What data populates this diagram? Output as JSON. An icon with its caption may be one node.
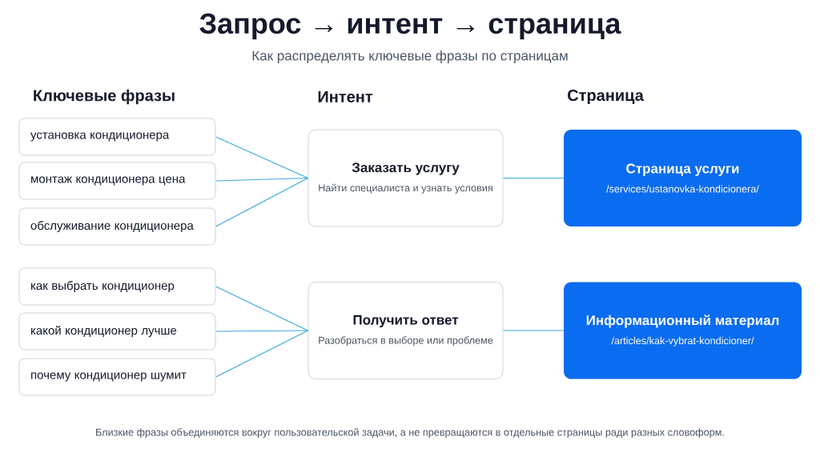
{
  "diagram": {
    "title": "Запрос → интент → страница",
    "caption": "Близкие фразы объединяются вокруг пользовательской задачи, а не превращаются в отдельные страницы ради разных словоформ.",
    "nodes": [
      {
        "text": [
          "установка кондиционера"
        ]
      },
      {
        "text": [
          "монтаж кондиционера цена"
        ]
      },
      {
        "text": [
          "обслуживание кондиционера"
        ]
      },
      {
        "text": [
          "Заказать услугу",
          "Найти специалиста и узнать условия"
        ]
      },
      {
        "text": [
          "Страница услуги",
          "/services/ustanovka-kondicionera/"
        ]
      },
      {
        "text": [
          "как выбрать кондиционер"
        ]
      },
      {
        "text": [
          "какой кондиционер лучше"
        ]
      },
      {
        "text": [
          "почему кондиционер шумит"
        ]
      },
      {
        "text": [
          "Получить ответ",
          "Разобраться в выборе или проблеме"
        ]
      },
      {
        "text": [
          "Информационный материал",
          "/articles/kak-vybrat-kondicioner/"
        ]
      }
    ],
    "edges": [
      {
        "from": 0,
        "to": 3,
        "arrow": "none"
      },
      {
        "from": 1,
        "to": 3,
        "arrow": "none"
      },
      {
        "from": 2,
        "to": 3,
        "arrow": "none"
      },
      {
        "from": 3,
        "to": 4,
        "arrow": "none"
      },
      {
        "from": 5,
        "to": 8,
        "arrow": "none"
      },
      {
        "from": 6,
        "to": 8,
        "arrow": "none"
      },
      {
        "from": 7,
        "to": 8,
        "arrow": "none"
      },
      {
        "from": 8,
        "to": 9,
        "arrow": "none"
      }
    ],
    "labels": [
      "Как распределять ключевые фразы по страницам",
      "Ключевые фразы",
      "Интент",
      "Страница"
    ]
  }
}
